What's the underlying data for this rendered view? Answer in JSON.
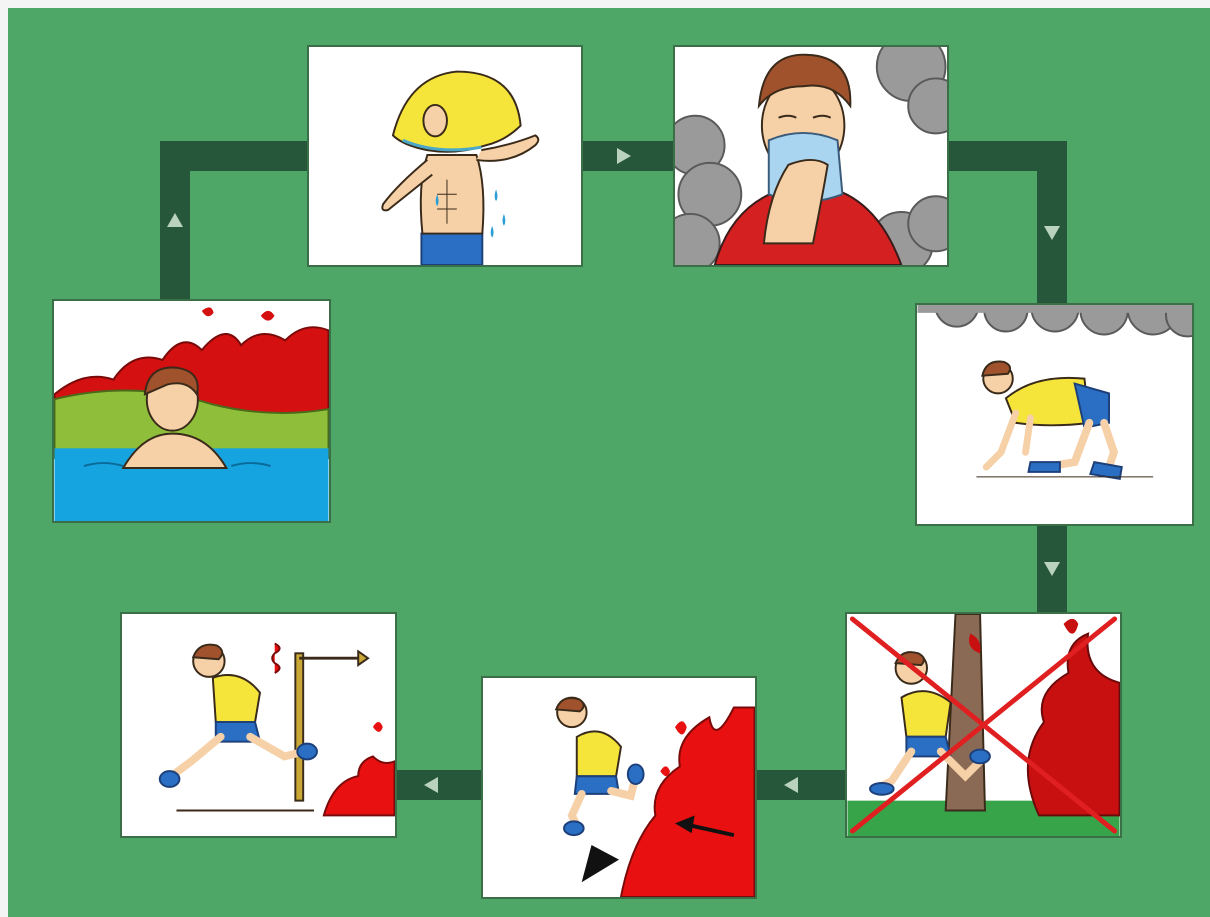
{
  "diagram": {
    "type": "cycle",
    "background_color": "#4ea667",
    "connector_color": "#27573a",
    "arrow_color": "#b9d3bf",
    "steps": [
      {
        "id": 1,
        "depicts": "wet-cloth-over-head"
      },
      {
        "id": 2,
        "depicts": "cloth-over-mouth-in-smoke"
      },
      {
        "id": 3,
        "depicts": "crouch-low-under-smoke"
      },
      {
        "id": 4,
        "depicts": "do-not-run-toward-fire",
        "crossed_out": true
      },
      {
        "id": 5,
        "depicts": "run-away-from-fire-front"
      },
      {
        "id": 6,
        "depicts": "run-against-the-wind"
      },
      {
        "id": 7,
        "depicts": "shelter-in-water"
      }
    ]
  }
}
